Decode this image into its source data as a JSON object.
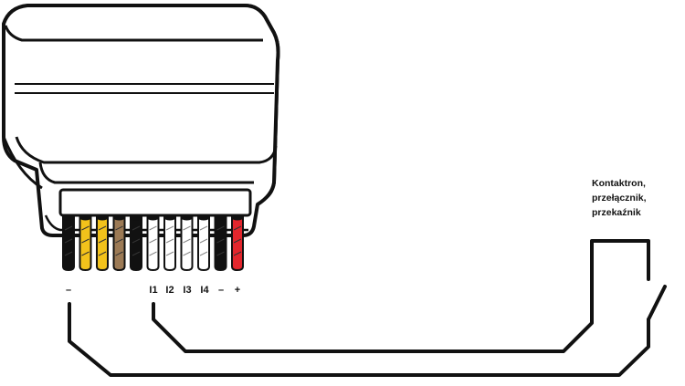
{
  "colors": {
    "outline": "#111111",
    "housing": "#ffffff",
    "wire_black": "#111111",
    "wire_yellow": "#f2c21b",
    "wire_brown": "#9c7a55",
    "wire_white": "#ffffff",
    "wire_red": "#e3262d"
  },
  "wires": [
    {
      "color": "black",
      "label": "–"
    },
    {
      "color": "yellow",
      "label": ""
    },
    {
      "color": "yellow",
      "label": ""
    },
    {
      "color": "brown",
      "label": ""
    },
    {
      "color": "black",
      "label": ""
    },
    {
      "color": "white",
      "label": "I1"
    },
    {
      "color": "white",
      "label": "I2"
    },
    {
      "color": "white",
      "label": "I3"
    },
    {
      "color": "white",
      "label": "I4"
    },
    {
      "color": "black",
      "label": "–"
    },
    {
      "color": "red",
      "label": "+"
    }
  ],
  "terminal_labels": {
    "neg_left": "–",
    "i1": "I1",
    "i2": "I2",
    "i3": "I3",
    "i4": "I4",
    "neg_right": "–",
    "pos": "+"
  },
  "switch_note": {
    "line1": "Kontaktron,",
    "line2": "przełącznik,",
    "line3": "przekaźnik"
  },
  "icons": {
    "device": "module-housing-icon",
    "switch": "switch-contact-icon"
  }
}
